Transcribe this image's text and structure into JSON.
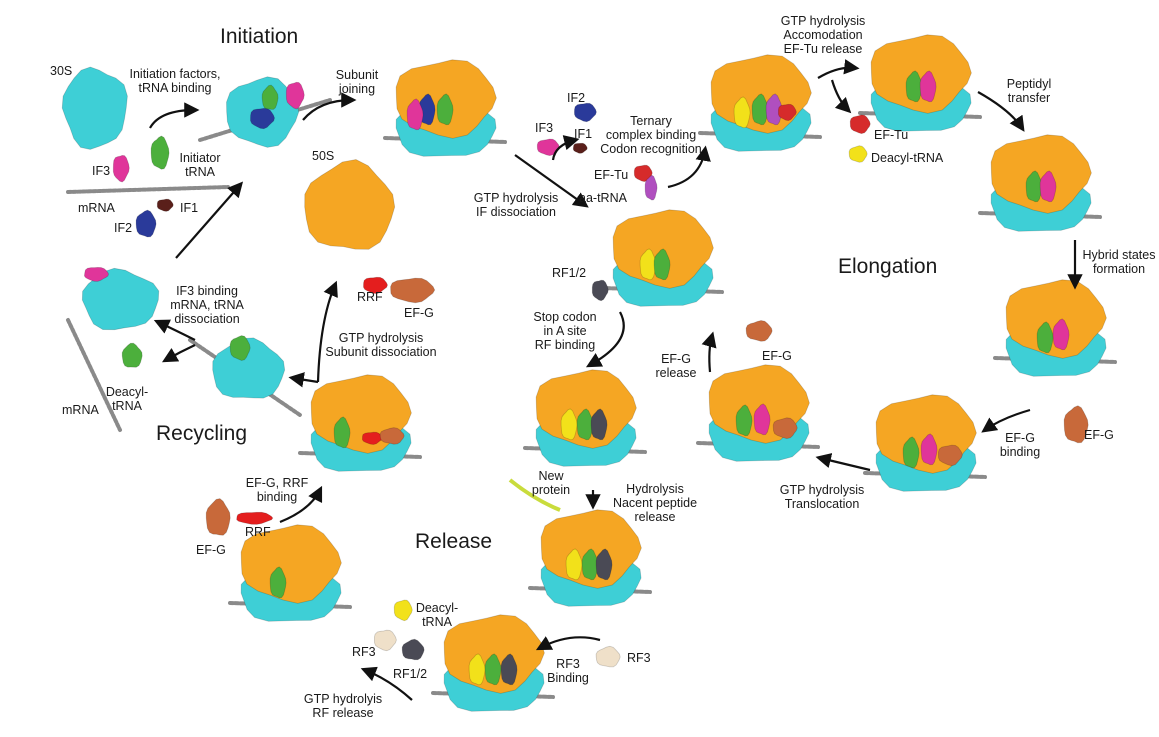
{
  "phases": {
    "initiation": "Initiation",
    "elongation": "Elongation",
    "release": "Release",
    "recycling": "Recycling"
  },
  "labels": {
    "s30": "30S",
    "init_factors": "Initiation factors,\ntRNA binding",
    "if3_a": "IF3",
    "initiator_trna": "Initiator\ntRNA",
    "mrna_a": "mRNA",
    "if1_a": "IF1",
    "if2_a": "IF2",
    "subunit_joining": "Subunit\njoining",
    "s50": "50S",
    "if2_b": "IF2",
    "if3_b": "IF3",
    "if1_b": "IF1",
    "ternary": "Ternary\ncomplex binding\nCodon recognition",
    "eftu_a": "EF-Tu",
    "aatrna": "aa-tRNA",
    "gtp_if": "GTP hydrolysis\nIF dissociation",
    "gtp_accom": "GTP hydrolysis\nAccomodation\nEF-Tu release",
    "eftu_b": "EF-Tu",
    "deacyl_a": "Deacyl-tRNA",
    "peptidyl": "Peptidyl\ntransfer",
    "hybrid": "Hybrid states\nformation",
    "efg_binding": "EF-G\nbinding",
    "efg_a": "EF-G",
    "gtp_transloc": "GTP hydrolysis\nTranslocation",
    "efg_release": "EF-G\nrelease",
    "efg_b": "EF-G",
    "rf12_a": "RF1/2",
    "stop_codon": "Stop codon\nin A site\nRF binding",
    "new_protein": "New\nprotein",
    "hydrolysis": "Hydrolysis\nNacent peptide\nrelease",
    "rf3_b": "RF3",
    "rf3_binding": "RF3\nBinding",
    "deacyl_b": "Deacyl-\ntRNA",
    "rf3_a": "RF3",
    "rf12_b": "RF1/2",
    "gtp_rf": "GTP hydrolyis\nRF release",
    "efg_rrf": "EF-G, RRF\nbinding",
    "rrf_a": "RRF",
    "efg_c": "EF-G",
    "rrf_b": "RRF",
    "efg_d": "EF-G",
    "gtp_subunit": "GTP hydrolysis\nSubunit dissociation",
    "if3_binding": "IF3 binding\nmRNA, tRNA\ndissociation",
    "deacyl_c": "Deacyl-\ntRNA",
    "mrna_b": "mRNA"
  },
  "colors": {
    "large_subunit": "#f5a623",
    "small_subunit": "#3ecfd6",
    "mrna": "#8a8a8a",
    "if1": "#5a1f1a",
    "if2": "#2a3a9a",
    "if3": "#e0359a",
    "trna_initiator": "#4caf3c",
    "eftu": "#d62b2b",
    "efg": "#c8693a",
    "rf12": "#4a4a55",
    "rf3": "#efe0c9",
    "rrf": "#e41e1e",
    "deacyl_trna": "#f2e11a",
    "peptide": "#c9dc3c"
  }
}
